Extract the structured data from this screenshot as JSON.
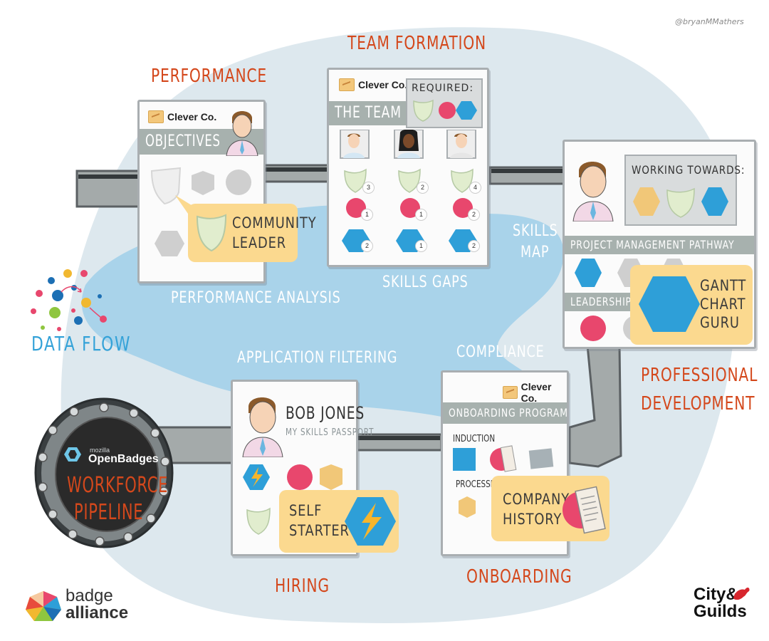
{
  "credit": "@bryanMMathers",
  "stages": {
    "performance": "PERFORMANCE",
    "team_formation": "TEAM FORMATION",
    "professional_development": [
      "PROFESSIONAL",
      "DEVELOPMENT"
    ],
    "hiring": "HIRING",
    "onboarding": "ONBOARDING"
  },
  "flow_labels": {
    "performance_analysis": "PERFORMANCE ANALYSIS",
    "skills_gaps": "SKILLS GAPS",
    "skills_map": [
      "SKILLS",
      "MAP"
    ],
    "application_filtering": "APPLICATION FILTERING",
    "compliance": "COMPLIANCE",
    "data_flow": "DATA FLOW"
  },
  "company_name": "Clever Co.",
  "performance_card": {
    "section": "OBJECTIVES",
    "tooltip": [
      "COMMUNITY",
      "LEADER"
    ]
  },
  "team_card": {
    "section": "THE TEAM",
    "required_label": "REQUIRED:",
    "members": [
      {
        "shield": "3",
        "circle": "1",
        "hex": "2"
      },
      {
        "shield": "2",
        "circle": "1",
        "hex": "1"
      },
      {
        "shield": "4",
        "circle": "2",
        "hex": "2"
      }
    ]
  },
  "development_card": {
    "working_towards": "WORKING TOWARDS:",
    "pathway_1": "PROJECT MANAGEMENT PATHWAY",
    "pathway_2": "LEADERSHIP PA",
    "tooltip": [
      "GANTT",
      "CHART",
      "GURU"
    ]
  },
  "hiring_card": {
    "name": "BOB JONES",
    "subtitle": "MY SKILLS PASSPORT",
    "tooltip": [
      "SELF",
      "STARTER"
    ]
  },
  "onboarding_card": {
    "section": "ONBOARDING PROGRAMME",
    "induction": "INDUCTION",
    "processes": "PROCESSES",
    "tooltip": [
      "COMPANY",
      "HISTORY"
    ]
  },
  "porthole": {
    "brand_small": "mozilla",
    "brand": "OpenBadges",
    "title": [
      "WORKFORCE",
      "PIPELINE"
    ]
  },
  "logos": {
    "badge_alliance": [
      "badge",
      "alliance"
    ],
    "city_guilds": [
      "City&",
      "Guilds"
    ]
  },
  "colors": {
    "stage_orange": "#d4481c",
    "pond_blue": "#a9d3ea",
    "backdrop": "#dde8ee",
    "pipe": "#a4aaaa",
    "hex_blue": "#2e9fd8",
    "pink": "#e8476d",
    "shield_green": "#e1edce",
    "gold": "#f1c778",
    "tooltip": "#fbd98f"
  }
}
